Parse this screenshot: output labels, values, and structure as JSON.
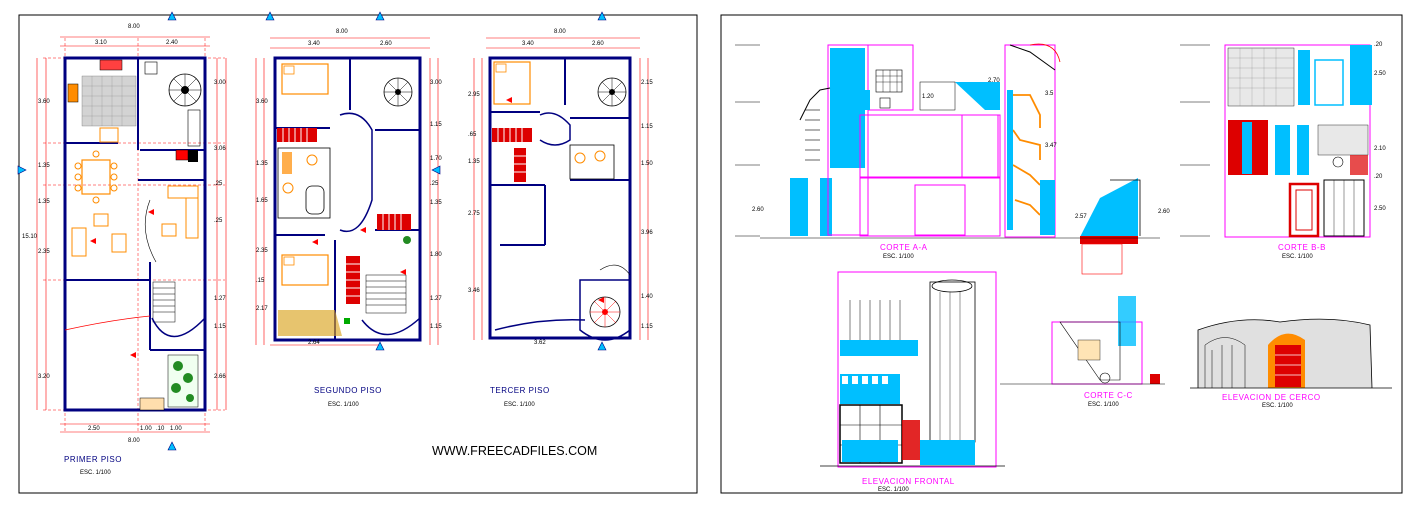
{
  "watermark": "WWW.FREECADFILES.COM",
  "colors": {
    "wall": "#000080",
    "dim": "#ff0000",
    "accent": "#ff00ff",
    "cyan": "#00bfff",
    "orange": "#ff8c00",
    "green": "#228b22",
    "red": "#dd0000",
    "frame": "#000000"
  },
  "plans": {
    "overall_width": "8.00",
    "p1": {
      "top_dims": [
        "3.10",
        "2.40"
      ],
      "bottom_dims": [
        "2.50",
        "1.00",
        ".10",
        "1.00"
      ],
      "left_dims": [
        "3.60",
        "1.35",
        "1.35",
        "2.35",
        "3.20"
      ],
      "total_length": "15.10",
      "right_dims": [
        "3.00",
        "3.06",
        ".25",
        ".25",
        "1.27",
        "1.15",
        "2.66"
      ],
      "title": "PRIMER PISO",
      "scale": "ESC. 1/100"
    },
    "p2": {
      "top_dims": [
        "3.40",
        "2.60"
      ],
      "left_dims": [
        "3.60",
        "1.35",
        "1.65",
        "2.35",
        ".15",
        "2.17"
      ],
      "right_dims": [
        "3.00",
        "1.15",
        "1.70",
        ".25",
        "1.35",
        "1.80",
        "1.27",
        "1.15"
      ],
      "bottom_dims": [
        "2.64"
      ],
      "title": "SEGUNDO PISO",
      "scale": "ESC. 1/100"
    },
    "p3": {
      "top_dims": [
        "3.40",
        "2.60"
      ],
      "left_dims": [
        "2.95",
        ".65",
        "1.35",
        "2.75",
        "3.46"
      ],
      "right_dims": [
        "2.15",
        "1.15",
        "1.50",
        "3.96",
        "1.40",
        "1.15"
      ],
      "bottom_dims": [
        "3.62"
      ],
      "title": "TERCER PISO",
      "scale": "ESC. 1/100"
    }
  },
  "sections": {
    "corte_a": {
      "title": "CORTE A-A",
      "scale": "ESC. 1/100",
      "dims": [
        "2.70",
        "3.47",
        "2.60",
        "2.60",
        "2.57",
        "1.20",
        "3.5"
      ]
    },
    "corte_b": {
      "title": "CORTE B-B",
      "scale": "ESC. 1/100",
      "dims": [
        "2.50",
        "2.10",
        "2.50",
        ".20",
        ".20"
      ]
    },
    "corte_c": {
      "title": "CORTE C-C",
      "scale": "ESC. 1/100"
    },
    "elev_frontal": {
      "title": "ELEVACION FRONTAL",
      "scale": "ESC. 1/100"
    },
    "elev_cerco": {
      "title": "ELEVACION DE CERCO",
      "scale": "ESC. 1/100"
    }
  }
}
